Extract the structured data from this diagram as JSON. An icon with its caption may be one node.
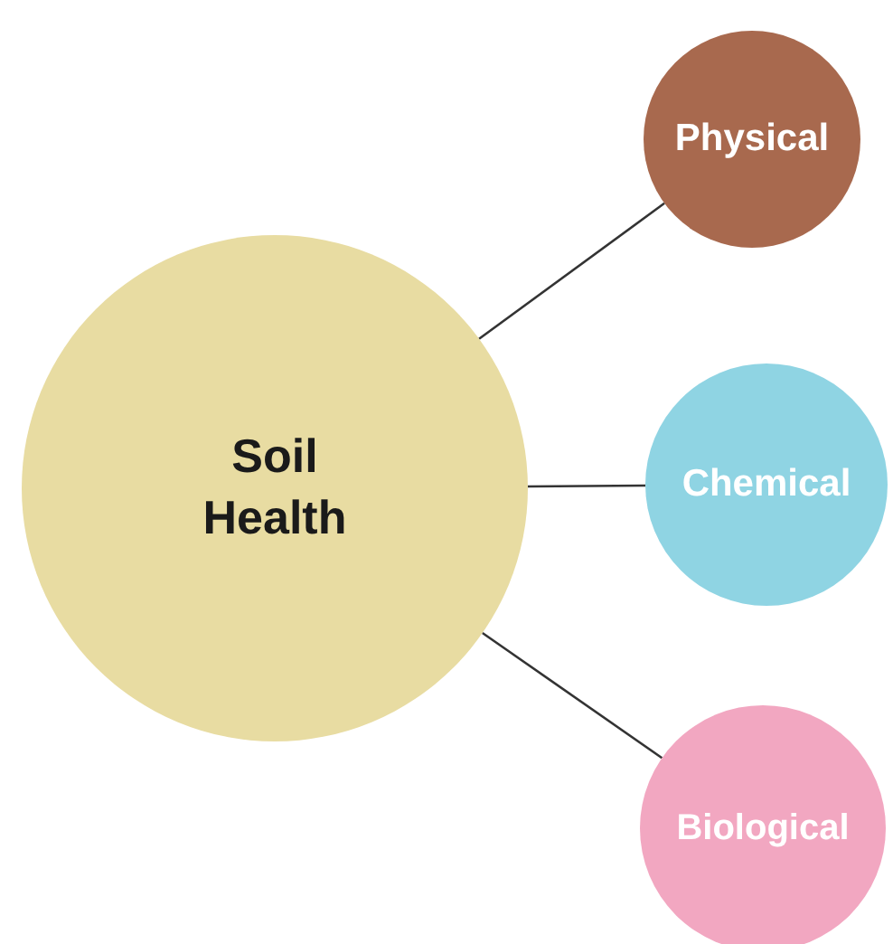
{
  "diagram": {
    "nodes": [
      {
        "text": [
          "Soil Health"
        ]
      },
      {
        "text": [
          "Physical"
        ]
      },
      {
        "text": [
          "Chemical"
        ]
      },
      {
        "text": [
          "Biological"
        ]
      }
    ],
    "edges": [
      {
        "from": 0,
        "to": 1,
        "arrow": "none"
      },
      {
        "from": 0,
        "to": 2,
        "arrow": "none"
      },
      {
        "from": 0,
        "to": 3,
        "arrow": "none"
      }
    ]
  }
}
